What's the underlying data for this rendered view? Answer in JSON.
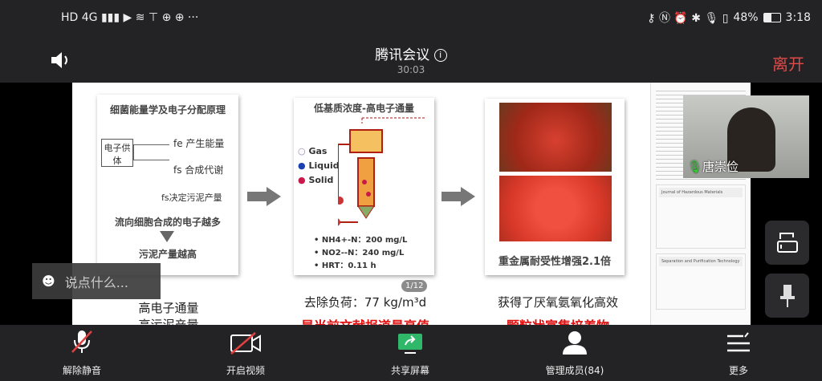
{
  "status_bar": {
    "left_icons": "HD 4G ▮▮▮ ▶ ≋ ⊤ ⊕ ⊕ ···",
    "right_icons": "⚷ Ⓝ ⏰ ✱ 🎙 ▯",
    "battery": "48%",
    "time": "3:18"
  },
  "header": {
    "title": "腾讯会议",
    "timer": "30:03",
    "leave": "离开"
  },
  "slide": {
    "panel1": {
      "title": "细菌能量学及电子分配原理",
      "donor": "电子供体",
      "fe": "fe 产生能量",
      "fs": "fs 合成代谢",
      "fs_note": "fs决定污泥产量",
      "more": "流向细胞合成的电子越多",
      "result": "污泥产量越高"
    },
    "panel2": {
      "title": "低基质浓度-高电子通量",
      "legend": [
        "Gas",
        "Liquid",
        "Solid"
      ],
      "params": [
        "NH4+-N：200 mg/L",
        "NO2--N：240 mg/L",
        "HRT：0.11 h"
      ]
    },
    "panel3": {
      "caption": "重金属耐受性增强2.1倍"
    },
    "cap1": "高电子通量",
    "cap1b": "高污泥产量",
    "cap2": "去除负荷：77 kg/m³d",
    "cap2b": "是当前文献报道最高值",
    "cap3": "获得了厌氧氨氧化高效",
    "cap3b": "颗粒状富集培养物",
    "page_badge": "1/12",
    "docs": [
      "Journal of Hazardous Materials",
      "Separation and Purification Technology"
    ]
  },
  "video": {
    "name": "唐崇俭"
  },
  "chat": {
    "placeholder": "说点什么..."
  },
  "toolbar": [
    {
      "label": "解除静音"
    },
    {
      "label": "开启视频"
    },
    {
      "label": "共享屏幕"
    },
    {
      "label": "管理成员(84)"
    },
    {
      "label": "更多"
    }
  ],
  "colors": {
    "leave": "#e04a4a",
    "share": "#2fb86a",
    "bar": "#232325"
  }
}
